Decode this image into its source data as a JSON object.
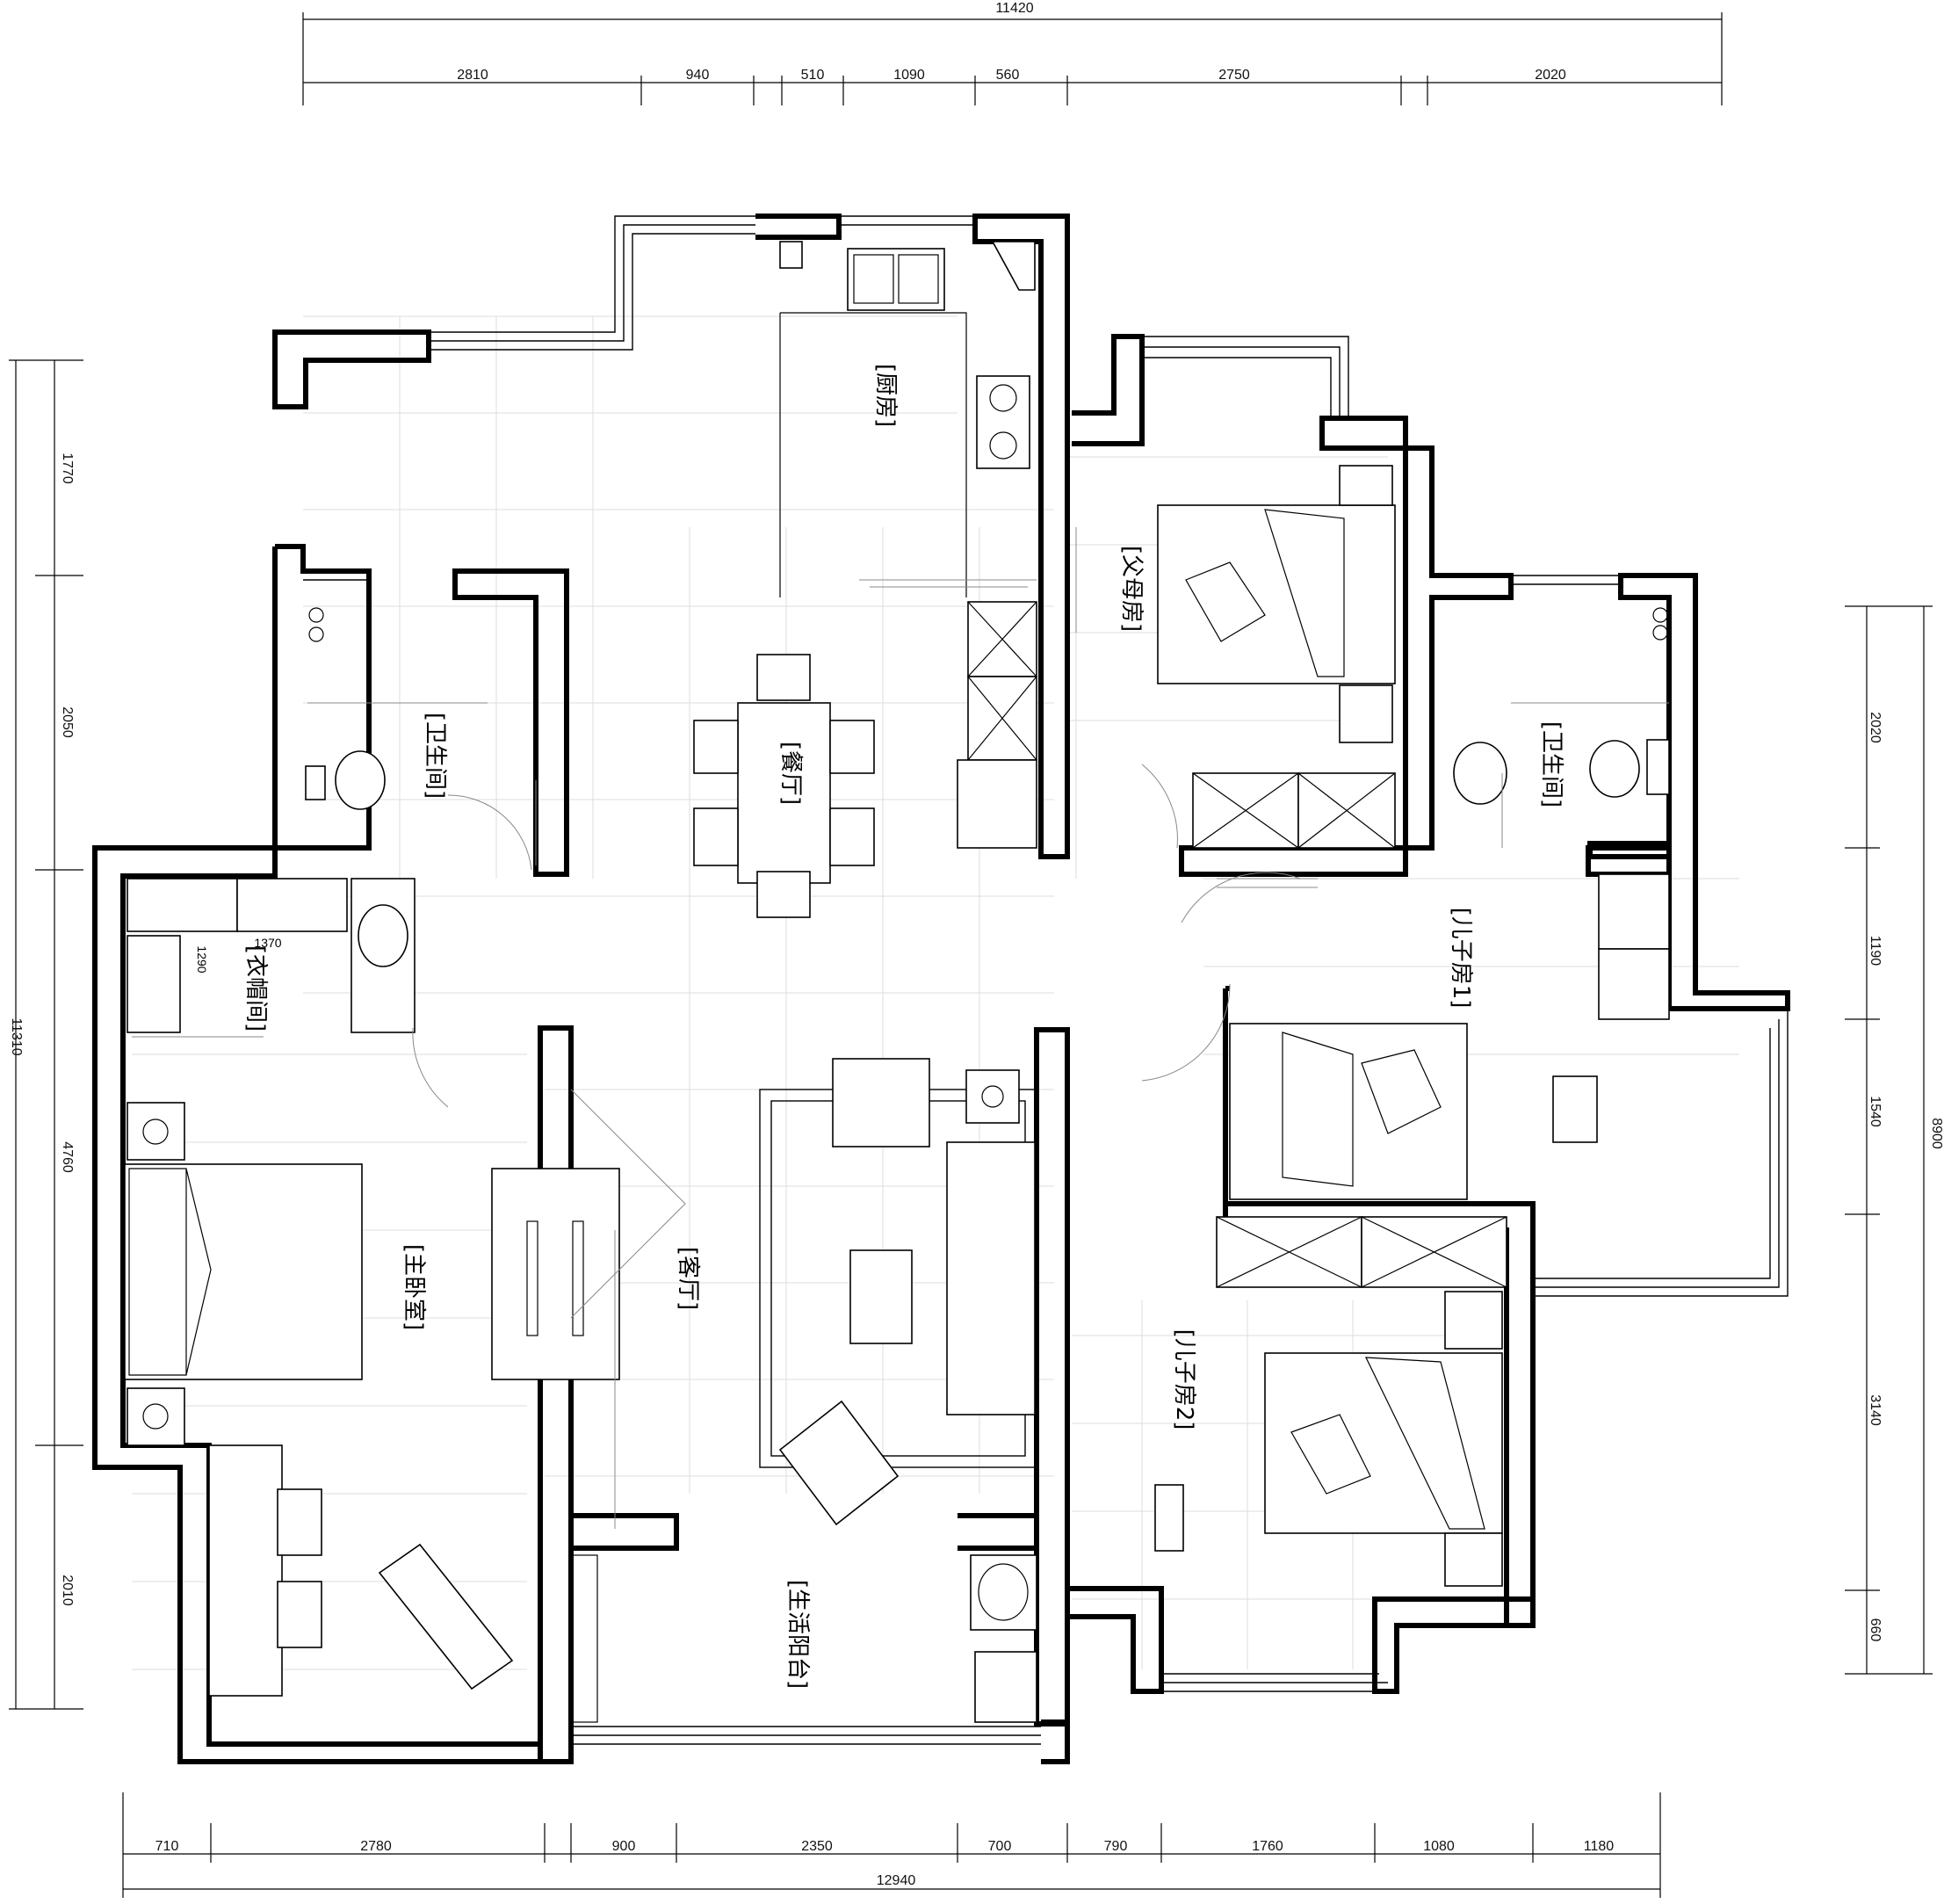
{
  "dimensions": {
    "top_total": "11420",
    "top": [
      "2810",
      "940",
      "510",
      "1090",
      "560",
      "2750",
      "2020"
    ],
    "bottom_total": "12940",
    "bottom": [
      "710",
      "2780",
      "900",
      "2350",
      "700",
      "790",
      "1760",
      "1080",
      "1180"
    ],
    "left_total": "11310",
    "left": [
      "1770",
      "2050",
      "4760",
      "2010"
    ],
    "right_total": "8900",
    "right": [
      "2020",
      "1190",
      "1540",
      "3140",
      "660"
    ],
    "closet_w": "1370",
    "closet_d": "1290"
  },
  "rooms": {
    "kitchen": "[厨房]",
    "dining": "[餐厅]",
    "bath_left": "[卫生间]",
    "bath_right": "[卫生间]",
    "parents": "[父母房]",
    "son1": "[儿子房1]",
    "son2": "[儿子房2]",
    "master": "[主卧室]",
    "closet": "[衣帽间]",
    "living": "[客厅]",
    "balcony": "[生活阳台]"
  }
}
